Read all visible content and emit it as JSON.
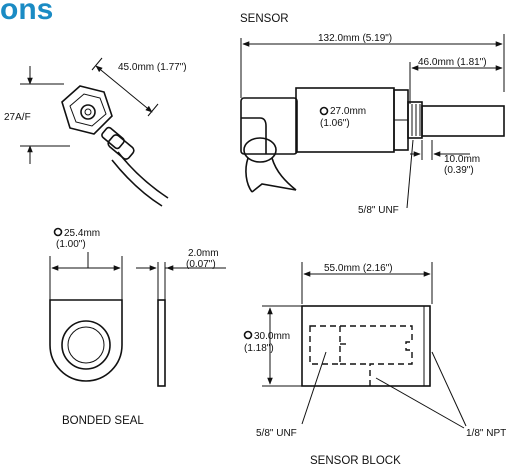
{
  "header": {
    "partial_title": "ons"
  },
  "labels": {
    "sensor": "SENSOR",
    "bonded_seal": "BONDED SEAL",
    "sensor_block": "SENSOR BLOCK"
  },
  "dimensions": {
    "width_45": "45.0mm (1.77\")",
    "af_27": "27A/F",
    "length_132": "132.0mm (5.19\")",
    "length_46": "46.0mm (1.81\")",
    "dia_27_mm": "27.0mm",
    "dia_27_in": "(1.06\")",
    "len_10_mm": "10.0mm",
    "len_10_in": "(0.39\")",
    "unf_5_8": "5/8\" UNF",
    "dia_25_mm": "25.4mm",
    "dia_25_in": "(1.00\")",
    "thk_2_mm": "2.0mm",
    "thk_2_in": "(0.07\")",
    "len_55": "55.0mm (2.16\")",
    "dia_30_mm": "30.0mm",
    "dia_30_in": "(1.18\")",
    "block_unf": "5/8\" UNF",
    "npt_1_8": "1/8\" NPT"
  }
}
